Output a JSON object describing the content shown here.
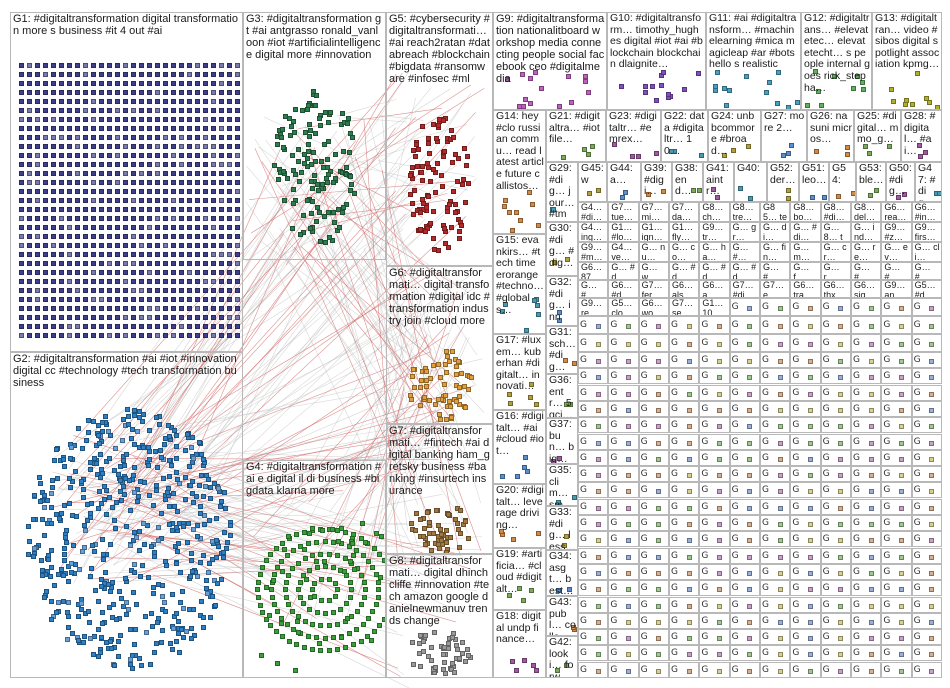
{
  "colors": {
    "G1": "#3f3f8f",
    "G2": "#2f7fc4",
    "G3": "#2e7d4f",
    "G4": "#3a9e3a",
    "G5": "#b22a2a",
    "G6": "#e0a040",
    "G7": "#a07840",
    "G8": "#9a9a9a",
    "G9": "#c060c0",
    "G10": "#8050c0",
    "G11": "#4aa0c0",
    "G12": "#60b060",
    "G13": "#b0b030",
    "edge": "#d06060",
    "border": "#b8b8b8"
  },
  "groups": [
    {
      "id": "G1",
      "label": "G1: #digitaltransformation digital transformation more s business #it 4 out #ai"
    },
    {
      "id": "G2",
      "label": "G2: #digitaltransformation #ai #iot #innovation digital cc #technology #tech transformation business"
    },
    {
      "id": "G3",
      "label": "G3: #digitaltransformation gt #ai antgrasso ronald_vanloon #iot #artificialintelligence digital more #innovation"
    },
    {
      "id": "G4",
      "label": "G4: #digitaltransformation #ai e digital il di business #bigdata klarna more"
    },
    {
      "id": "G5",
      "label": "G5: #cybersecurity #digitaltransformati… #ai reach2ratan #databreach #blockchain #bigdata #ransomware #infosec #ml"
    },
    {
      "id": "G6",
      "label": "G6: #digitaltransformati… digital transformation #digital idc #transformation industry join #cloud more"
    },
    {
      "id": "G7",
      "label": "G7: #digitaltransformati… #fintech #ai digital banking ham_gretsky business #banking #insurtech insurance"
    },
    {
      "id": "G8",
      "label": "G8: #digitaltransformati… digital dhinchcliffe #innovation #tech amazon google danielnewmanuv trends change"
    },
    {
      "id": "G9",
      "label": "G9: #digitaltransformation nationalitboard workshop media connecting people social facebook ceo #digitalmedia"
    },
    {
      "id": "G10",
      "label": "G10: #digitaltransform… timothy_hughes digital #iot #ai #blockchain blockchain dlaignite…"
    },
    {
      "id": "G11",
      "label": "G11: #ai #digitaltransform… #machinelearning #mica magicleap #ar #bots hello s realistic"
    },
    {
      "id": "G12",
      "label": "G12: #digitaltrans… #elevatetec… elevatetecht… s people internal goes rick_stepha…"
    },
    {
      "id": "G13",
      "label": "G13: #digitaltran… video #sibos digital spotlight association kpmg…"
    },
    {
      "id": "G14",
      "label": "G14: hey #clo russian commu… read latest article future callistos…"
    },
    {
      "id": "G21",
      "label": "G21: #digitaltra… #iot file…"
    },
    {
      "id": "G23",
      "label": "G23: #digitaltr… #emrex…"
    },
    {
      "id": "G22",
      "label": "G22: data #digitaltr… 10…"
    },
    {
      "id": "G24",
      "label": "G24: unbbcommore #broad…"
    },
    {
      "id": "G27",
      "label": "G27: more 2…"
    },
    {
      "id": "G26",
      "label": "G26: nasuni micros…"
    },
    {
      "id": "G25",
      "label": "G25: #digital… mmo_g…"
    },
    {
      "id": "G28",
      "label": "G28: #digital… #ai…"
    },
    {
      "id": "G15",
      "label": "G15: evankirs… #tech time erorange #techno… #globals…"
    },
    {
      "id": "G17",
      "label": "G17: #luxem… kuberhan #digitalt… innovati…"
    },
    {
      "id": "G16",
      "label": "G16: #digitalt… #ai #cloud #iot…"
    },
    {
      "id": "G20",
      "label": "G20: #digitalt… leverage driving…"
    },
    {
      "id": "G19",
      "label": "G19: #artificia… #cloud #digitalt…"
    },
    {
      "id": "G18",
      "label": "G18: digital undp finance…"
    },
    {
      "id": "G29",
      "label": "G29: #dig… jour… #tmf…"
    },
    {
      "id": "G45",
      "label": "G45: w"
    },
    {
      "id": "G44",
      "label": "G44: a…"
    },
    {
      "id": "G39",
      "label": "G39: #digi…"
    },
    {
      "id": "G38",
      "label": "G38: end…"
    },
    {
      "id": "G41",
      "label": "G41: aintr…"
    },
    {
      "id": "G40",
      "label": "G40:"
    },
    {
      "id": "G52",
      "label": "G52: der…"
    },
    {
      "id": "G51",
      "label": "G51: leo…"
    },
    {
      "id": "G54",
      "label": "G54:"
    },
    {
      "id": "G53",
      "label": "G53: ble…"
    },
    {
      "id": "G50",
      "label": "G50: #dig…"
    },
    {
      "id": "G47",
      "label": "G47: #dig…"
    },
    {
      "id": "G30",
      "label": "G30: #dig… #dig…"
    },
    {
      "id": "G32",
      "label": "G32: #dig… inno…"
    },
    {
      "id": "G31",
      "label": "G31: sch… #dig…"
    },
    {
      "id": "G36",
      "label": "G36: entr… 5gci…"
    },
    {
      "id": "G37",
      "label": "G37: bun… big…"
    },
    {
      "id": "G35",
      "label": "G35: clim… sma…"
    },
    {
      "id": "G33",
      "label": "G33: #dig… less…"
    },
    {
      "id": "G34",
      "label": "G34: asgt… best…"
    },
    {
      "id": "G43",
      "label": "G43: publ… colla…"
    },
    {
      "id": "G42",
      "label": "G42: looki… forw…"
    }
  ],
  "small_cells": [
    "G4… #di… ulti…",
    "G7… tue…",
    "G7… mi…",
    "G7… da…",
    "G8… ch…",
    "G8… tre…",
    "G85… tec…",
    "G8… bo…",
    "G8… #di…",
    "G8… del…",
    "G6… rea…",
    "G6… #in…",
    "G4… ing… bui…",
    "G1… #lo…",
    "G1… ign…",
    "G1… fly…",
    "G9… tr…",
    "G… gr…",
    "G… di…",
    "G… #di…",
    "G… 8… to…",
    "G… ind…",
    "G9… #z…",
    "G9… firs…",
    "G9… #m…",
    "G4… ve… visi…",
    "G… nu…",
    "G… co…",
    "G… ha…",
    "G… #…",
    "G… fin…",
    "G… m…",
    "G… cr…",
    "G… re…",
    "G… ev…",
    "G… cli…",
    "G6… 87…",
    "G… #d…",
    "G… w…",
    "G… #d…",
    "G… #d…",
    "G… #d…",
    "G… #…",
    "G… f…",
    "G… r…",
    "G… #…",
    "G… #…",
    "G… #…",
    "G… #…",
    "G6… #d…",
    "G7… fer…",
    "G6… als…",
    "G6… a…",
    "G7… #di…",
    "G7… e…",
    "G6… tra…",
    "G6… thx…",
    "G6… sig…",
    "G9… an…",
    "G5… #d…",
    "G9… re…",
    "G5… clo…",
    "G6… wo…",
    "G7… se…",
    "G1… 10…"
  ]
}
